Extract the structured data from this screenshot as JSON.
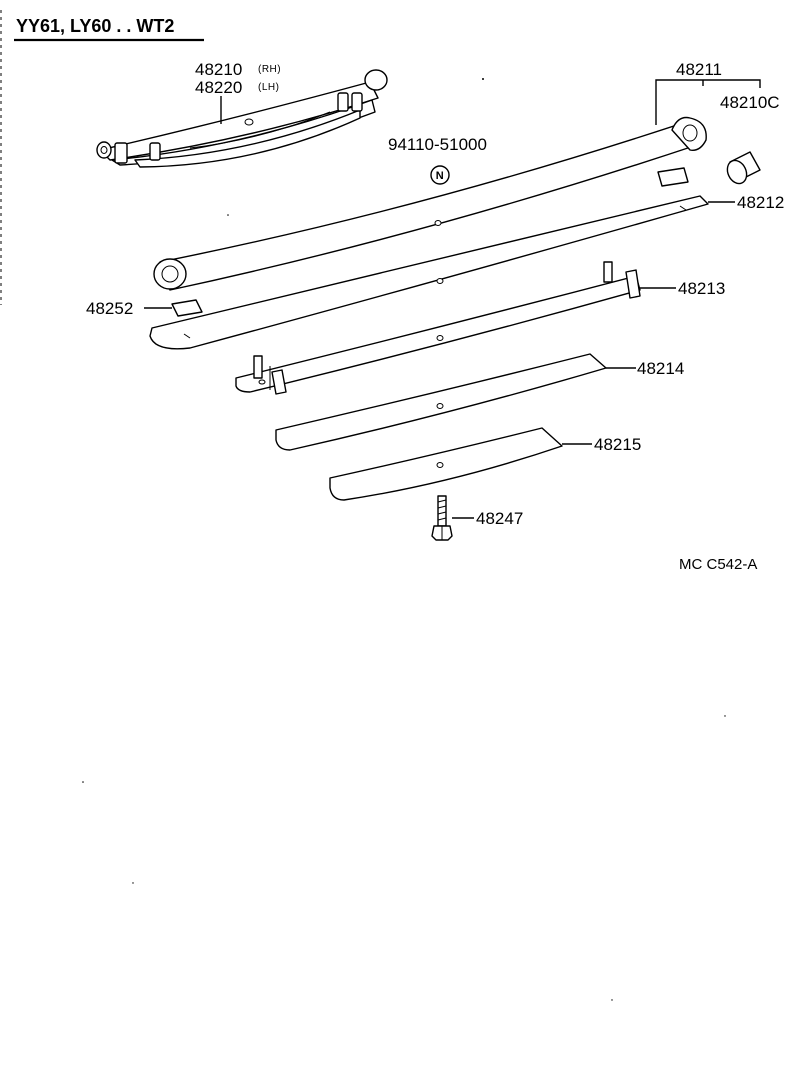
{
  "header": {
    "title": "YY61, LY60 . . WT2"
  },
  "parts": {
    "spring_assy_rh": {
      "number": "48210",
      "side": "(RH)"
    },
    "spring_assy_lh": {
      "number": "48220",
      "side": "(LH)"
    },
    "spring_leaf_no1": "48211",
    "bushing": "48210C",
    "nut_label": "94110-51000",
    "nut_symbol": "N",
    "spring_leaf_no2": "48212",
    "clip_leaf_no3": "48213",
    "spring_leaf_no4": "48214",
    "spring_leaf_no5": "48215",
    "center_bolt": "48247",
    "insert_pad": "48252"
  },
  "footer": {
    "code": "MC  C542-A"
  }
}
